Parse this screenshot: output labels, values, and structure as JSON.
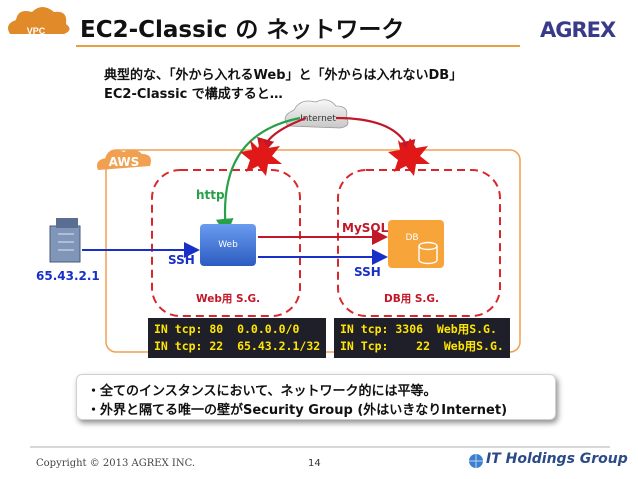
{
  "header": {
    "badge": "VPC",
    "title": "EC2-Classic の ネットワーク",
    "logo": "AGREX"
  },
  "subtitle": {
    "line1": "典型的な、「外から入れるWeb」と「外からは入れないDB」",
    "line2": "EC2-Classic で構成すると…"
  },
  "diagram": {
    "internet": "Internet",
    "aws": "AWS",
    "client_ip": "65.43.2.1",
    "http": "http",
    "ssh_web": "SSH",
    "ssh_db": "SSH",
    "mysql": "MySQL",
    "web": "Web",
    "db": "DB",
    "web_sg": "Web用 S.G.",
    "db_sg": "DB用 S.G."
  },
  "rules": {
    "web": [
      "IN tcp: 80  0.0.0.0/0",
      "IN tcp: 22  65.43.2.1/32"
    ],
    "db": [
      "IN tcp: 3306  Web用S.G.",
      "IN Tcp:    22  Web用S.G."
    ]
  },
  "callout": {
    "line1": "・全てのインスタンスにおいて、ネットワーク的には平等。",
    "line2": "・外界と隔てる唯一の壁がSecurity Group (外はいきなりInternet)"
  },
  "footer": {
    "copyright": "Copyright © 2013  AGREX INC.",
    "page": "14",
    "group": "IT Holdings Group"
  },
  "colors": {
    "aws_orange": "#f0a050",
    "sg_red": "#d9282c",
    "web_blue": "#3a6fd0",
    "http_green": "#28a048",
    "flow_red": "#c01828",
    "flow_blue": "#1830c8"
  }
}
